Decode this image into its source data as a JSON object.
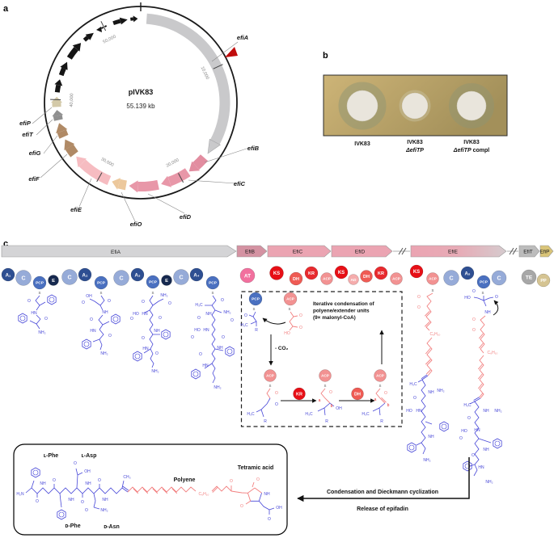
{
  "panels": {
    "a": "a",
    "b": "b",
    "c": "c"
  },
  "plasmid": {
    "name": "pIVK83",
    "size": "55.139 kb",
    "ticks": [
      "10,000",
      "20,000",
      "30,000",
      "40,000",
      "50,000"
    ],
    "genes": {
      "efiA": "efiA",
      "efiB": "efiB",
      "efiC": "efiC",
      "efiD": "efiD",
      "efiO": "efiO",
      "efiE": "efiE",
      "efiF": "efiF",
      "efiG": "efiG",
      "efiT": "efiT",
      "efiP": "efiP"
    }
  },
  "assay": {
    "lanes": [
      {
        "strain": "IVK83"
      },
      {
        "strain": "IVK83",
        "mutation": "ΔefiTP"
      },
      {
        "strain": "IVK83",
        "mutation": "ΔefiTP",
        "suffix": " compl"
      }
    ]
  },
  "pathway": {
    "genes": [
      "EfiA",
      "EfiB",
      "EfiC",
      "EfiD",
      "EfiE",
      "EfiT",
      "EfiP"
    ],
    "efiA_domains": [
      "A₁",
      "C",
      "PCP",
      "E",
      "C",
      "A₂",
      "PCP",
      "C",
      "A₃",
      "PCP",
      "E",
      "C",
      "A₄",
      "PCP"
    ],
    "pks_domains": [
      "AT",
      "KS",
      "DH",
      "KR",
      "ACP",
      "KS",
      "AD",
      "DH",
      "KR",
      "ACP",
      "KS",
      "ACP"
    ],
    "efiE_nrps_domains": [
      "C",
      "A₅",
      "PCP",
      "C"
    ],
    "tail_domains": [
      "TE",
      "PP"
    ],
    "box_domains": {
      "PCP": "PCP",
      "ACP": "ACP",
      "KR": "KR",
      "DH": "DH"
    },
    "iterative_note": [
      "Iterative condensation of",
      "polyene/extender units",
      "(9× malonyl-CoA)"
    ],
    "co2": "- CO₂",
    "release": [
      "Condensation and Dieckmann cyclization",
      "Release of epifadin"
    ]
  },
  "product": {
    "residues": {
      "l_phe": "ʟ-Phe",
      "l_asp": "ʟ-Asp",
      "d_phe": "ᴅ-Phe",
      "d_asn": "ᴅ-Asn"
    },
    "polyene": "Polyene",
    "tetramic_acid": "Tetramic acid"
  },
  "chem": {
    "S": "S",
    "O": "O",
    "HO": "HO",
    "OH": "OH",
    "NH": "NH",
    "HN": "HN",
    "NH2": "NH₂",
    "H2N": "H₂N",
    "H3C": "H₃C",
    "CH3": "CH₃",
    "R": "R",
    "a": "a",
    "b": "b",
    "C6H10": "C₆H₁₀"
  },
  "colors": {
    "a_blue": "#2e4f92",
    "c_blue": "#96abd8",
    "pcp_blue": "#4a70c0",
    "e_navy": "#16294f",
    "at_pink": "#f2709e",
    "ks_red": "#e70f16",
    "dh_red": "#ef5b54",
    "kr_red": "#e82a2e",
    "acp_salmon": "#f29292",
    "ad_pink": "#f5acac",
    "te_gray": "#a7a7a7",
    "pp_tan": "#d5c492",
    "gene_gray": "#d4d4d6",
    "gene_rose": "#d492a2",
    "gene_pink": "#eba4b2",
    "gene_t_gray": "#bcbcbc",
    "gene_p_khaki": "#d9c478",
    "plasmid_pink": "#e897a8",
    "plasmid_lightpink": "#f6bcc1",
    "plasmid_tan": "#ecc89c",
    "plasmid_brown": "#b08a66",
    "plasmid_beige": "#d3c9a8",
    "plasmid_gray": "#c9c9cb",
    "plasmid_small_gray": "#8f8f8f",
    "efiA_red": "#c00d0d",
    "photo_tan1": "#cdb477",
    "photo_tan2": "#a3905a",
    "halo_olive": "#8f9573",
    "disk": "#e9e5dc"
  }
}
